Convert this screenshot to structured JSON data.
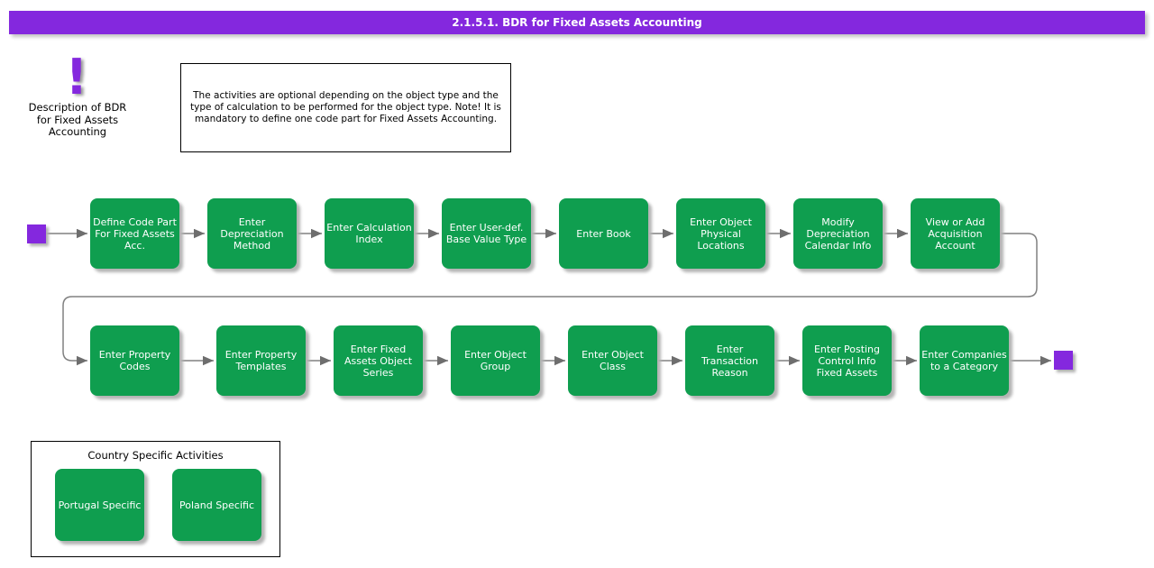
{
  "title_bar": {
    "label": "2.1.5.1. BDR for Fixed Assets Accounting"
  },
  "description": {
    "icon_glyph": "!",
    "label": "Description of BDR\nfor Fixed Assets\nAccounting"
  },
  "note": {
    "text": "The activities are optional depending on the object type and the type of calculation to be performed for the object type. Note! It is mandatory to define one code part for Fixed Assets Accounting."
  },
  "flow": {
    "row1": [
      "Define Code Part For Fixed Assets Acc.",
      "Enter Depreciation Method",
      "Enter Calculation Index",
      "Enter User-def. Base Value Type",
      "Enter Book",
      "Enter Object Physical Locations",
      "Modify Depreciation Calendar Info",
      "View or Add Acquisition Account"
    ],
    "row2": [
      "Enter Property Codes",
      "Enter Property Templates",
      "Enter Fixed Assets Object Series",
      "Enter Object Group",
      "Enter Object Class",
      "Enter Transaction Reason",
      "Enter Posting Control Info Fixed Assets",
      "Enter Companies to a Category"
    ]
  },
  "country": {
    "title": "Country Specific Activities",
    "items": [
      "Portugal Specific",
      "Poland Specific"
    ]
  },
  "colors": {
    "accent_purple": "#8428DE",
    "process_green": "#0F9E4F",
    "connector_gray": "#808080"
  }
}
